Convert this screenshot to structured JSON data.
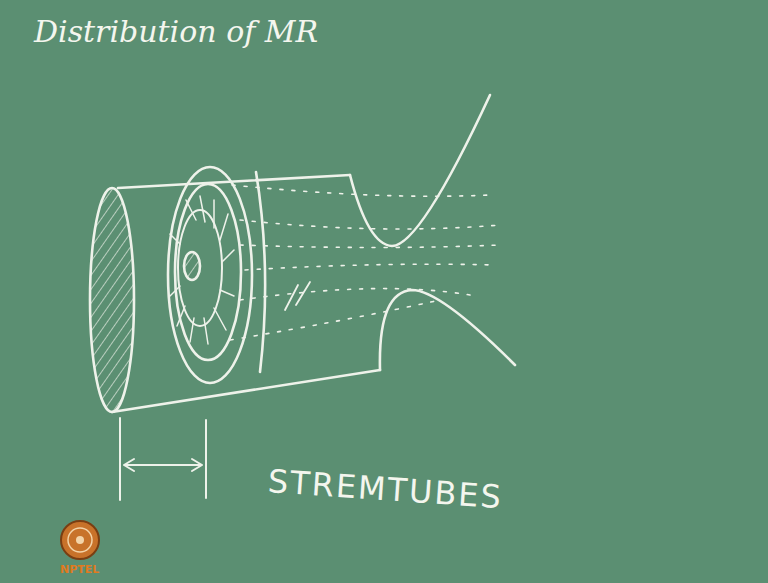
{
  "diagram": {
    "title": "Distribution of MR",
    "labels": [
      "STREMTUBES",
      "NPTEL"
    ]
  }
}
